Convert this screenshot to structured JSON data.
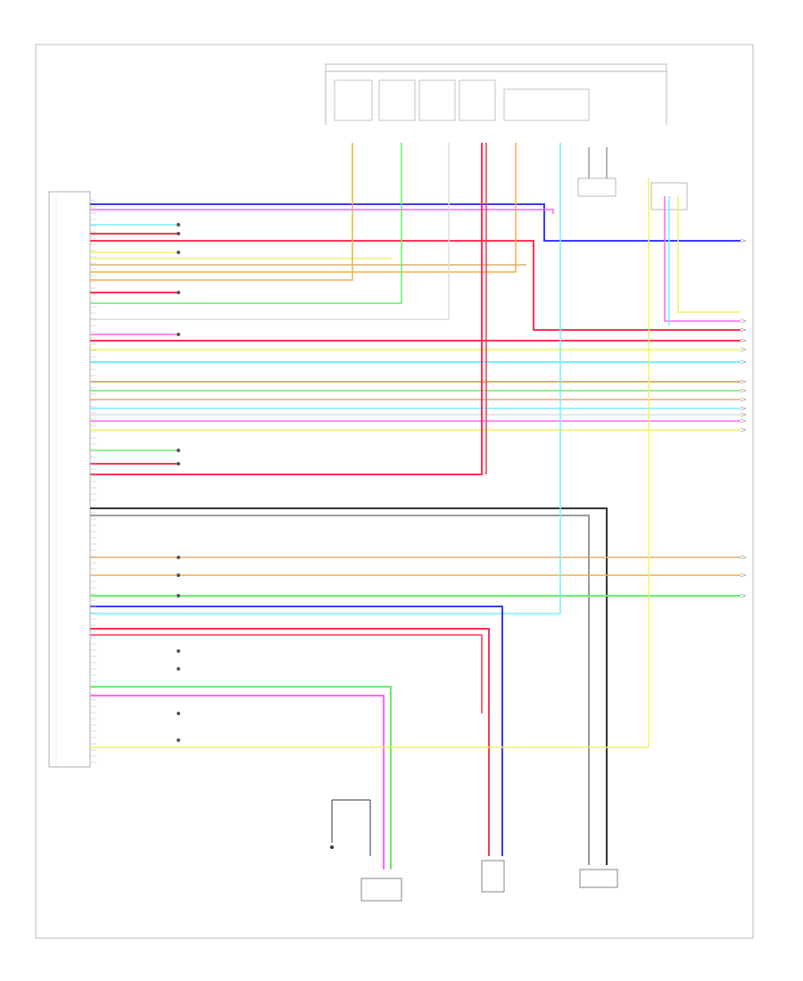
{
  "diagram": {
    "ref_code": "",
    "connector_title": ""
  },
  "colors": {
    "blue": "#3a3aff",
    "light_blue": "#8fb4ff",
    "pink": "#ff66ff",
    "red": "#ff3355",
    "yellow": "#f5f060",
    "orange": "#f0b040",
    "tan": "#d8b070",
    "green": "#66ee66",
    "cyan": "#77eeff",
    "gray": "#9a9a9a",
    "black": "#333333",
    "white_wire": "#dddddd"
  },
  "wires": [
    {
      "side": "left",
      "color": "light_blue",
      "to": "right_top"
    },
    {
      "side": "left",
      "color": "pink",
      "to": "relay_right"
    },
    {
      "side": "left",
      "color": "cyan",
      "to": "relay_right"
    },
    {
      "side": "left",
      "color": "red",
      "to": "relay_right"
    },
    {
      "side": "left",
      "color": "pink",
      "to": "top_right"
    },
    {
      "side": "left",
      "color": "yellow",
      "to": "top"
    },
    {
      "side": "left",
      "color": "tan",
      "to": "top"
    },
    {
      "side": "left",
      "color": "orange",
      "to": "top"
    },
    {
      "side": "left",
      "color": "red",
      "to": "top"
    },
    {
      "side": "left",
      "color": "green",
      "to": "top"
    },
    {
      "side": "left",
      "color": "white_wire",
      "to": "top"
    },
    {
      "side": "left",
      "color": "red",
      "to": "right"
    },
    {
      "side": "left",
      "color": "yellow",
      "to": "right"
    },
    {
      "side": "left",
      "color": "cyan",
      "to": "right"
    },
    {
      "side": "left",
      "color": "tan",
      "to": "right"
    },
    {
      "side": "left",
      "color": "green",
      "to": "right"
    },
    {
      "side": "left",
      "color": "pink",
      "to": "right"
    },
    {
      "side": "left",
      "color": "cyan",
      "to": "right"
    },
    {
      "side": "left",
      "color": "yellow",
      "to": "right"
    },
    {
      "side": "left",
      "color": "green",
      "to": "splice"
    },
    {
      "side": "left",
      "color": "red",
      "to": "top"
    },
    {
      "side": "left",
      "color": "gray",
      "to": "bottom_relay"
    },
    {
      "side": "left",
      "color": "black",
      "to": "bottom_relay"
    },
    {
      "side": "left",
      "color": "tan",
      "to": "right"
    },
    {
      "side": "left",
      "color": "orange",
      "to": "right"
    },
    {
      "side": "left",
      "color": "green",
      "to": "right"
    },
    {
      "side": "left",
      "color": "cyan",
      "to": "top"
    },
    {
      "side": "left",
      "color": "blue",
      "to": "bottom_module"
    },
    {
      "side": "left",
      "color": "red",
      "to": "bottom_module"
    },
    {
      "side": "left",
      "color": "green",
      "to": "bottom_sensor"
    },
    {
      "side": "left",
      "color": "pink",
      "to": "bottom_sensor"
    },
    {
      "side": "left",
      "color": "yellow",
      "to": "right_relay"
    }
  ]
}
